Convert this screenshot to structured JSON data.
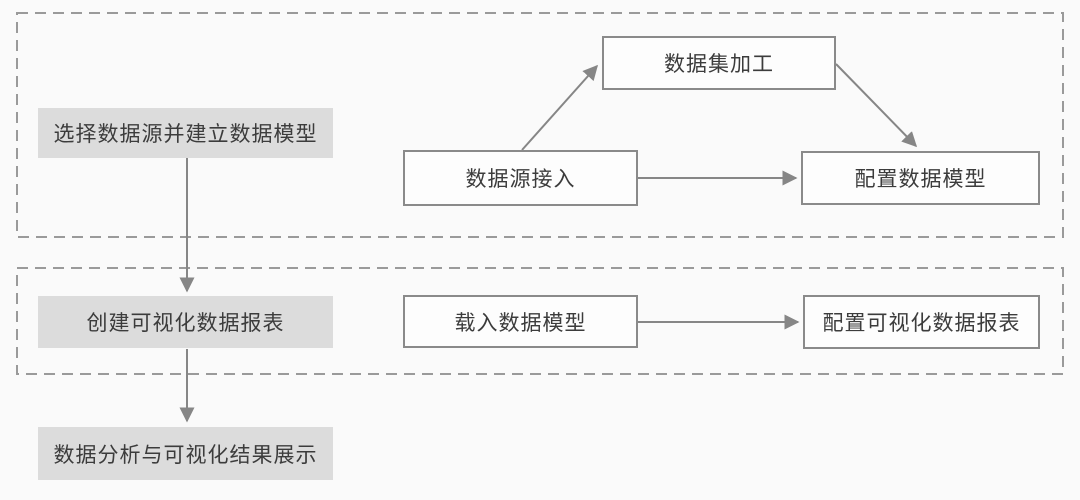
{
  "diagram": {
    "type": "flowchart",
    "stages": [
      {
        "summary_label": "选择数据源并建立数据模型",
        "steps": [
          "数据源接入",
          "数据集加工",
          "配置数据模型"
        ]
      },
      {
        "summary_label": "创建可视化数据报表",
        "steps": [
          "载入数据模型",
          "配置可视化数据报表"
        ]
      }
    ],
    "final_step": "数据分析与可视化结果展示"
  },
  "nodes": {
    "select_source": "选择数据源并建立数据模型",
    "create_report": "创建可视化数据报表",
    "result_display": "数据分析与可视化结果展示",
    "source_access": "数据源接入",
    "dataset_processing": "数据集加工",
    "configure_model": "配置数据模型",
    "load_model": "载入数据模型",
    "configure_report": "配置可视化数据报表"
  },
  "connections": [
    {
      "from": "选择数据源并建立数据模型",
      "to": "创建可视化数据报表"
    },
    {
      "from": "创建可视化数据报表",
      "to": "数据分析与可视化结果展示"
    },
    {
      "from": "数据源接入",
      "to": "数据集加工"
    },
    {
      "from": "数据集加工",
      "to": "配置数据模型"
    },
    {
      "from": "数据源接入",
      "to": "配置数据模型"
    },
    {
      "from": "载入数据模型",
      "to": "配置可视化数据报表"
    }
  ],
  "colors": {
    "background": "#fafafa",
    "filled_box_fill": "#dcdcdc",
    "outlined_box_border": "#8a8a8a",
    "dashed_container_border": "#9a9a9a",
    "arrow": "#868686",
    "text": "#3c3c3c"
  }
}
